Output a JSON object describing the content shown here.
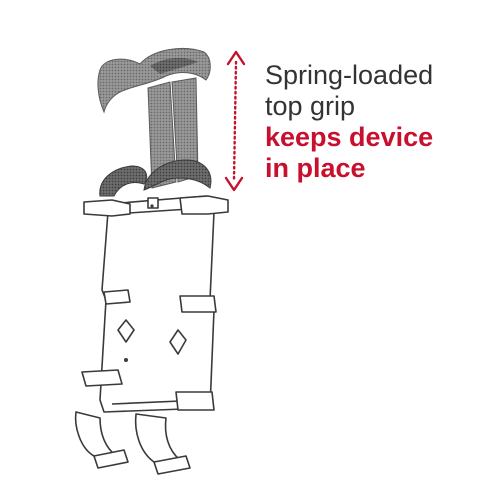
{
  "caption": {
    "line1": "Spring-loaded",
    "line2": "top grip",
    "line3": "keeps device",
    "line4": "in place"
  },
  "colors": {
    "text": "#333333",
    "accent": "#c8102e",
    "outline": "#3a3a3a",
    "grip": "#8a8a8a",
    "grip_dark": "#555555"
  },
  "icons": {
    "arrow": "double-headed-vertical-arrow",
    "product": "spring-loaded-phone-cradle"
  }
}
